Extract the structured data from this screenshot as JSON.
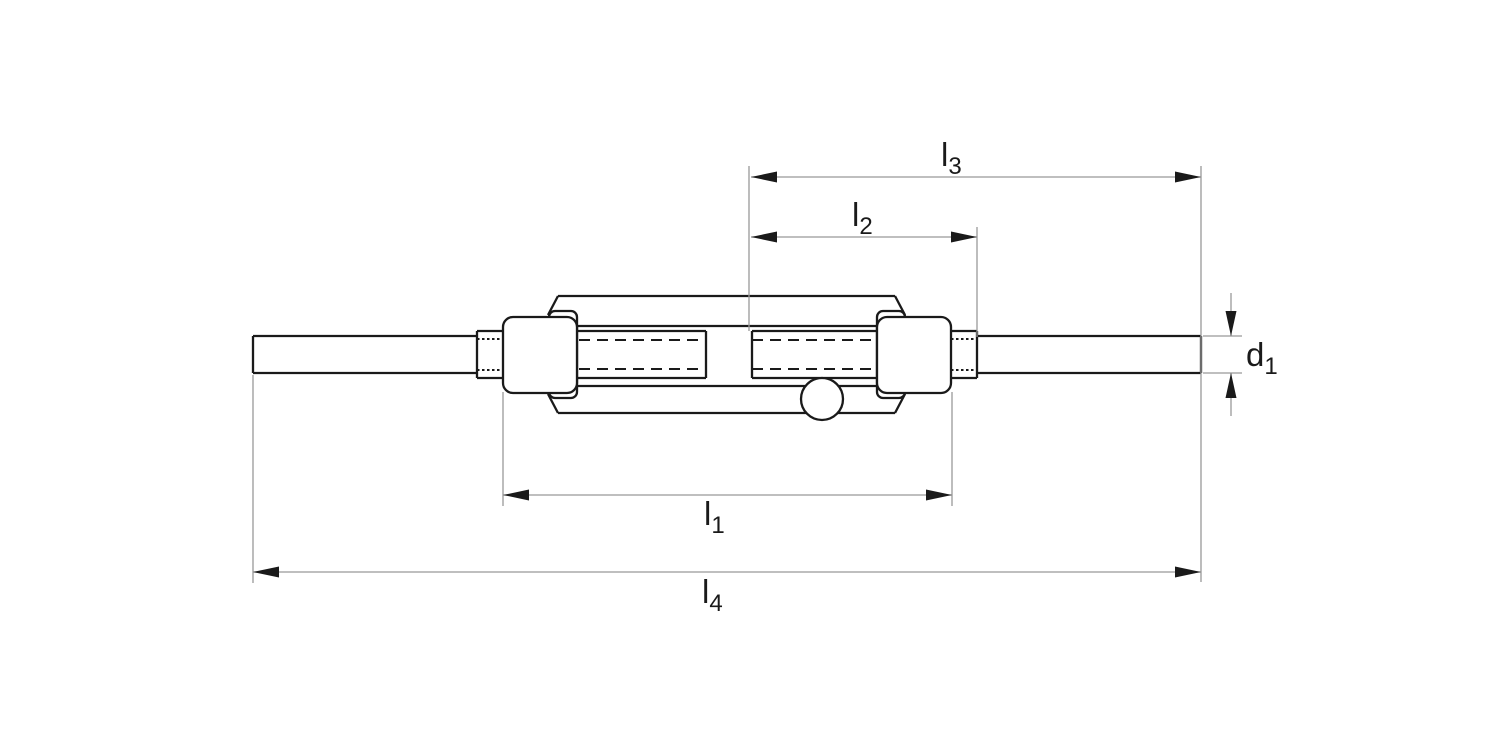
{
  "diagram": {
    "description": "Technical dimension drawing of a turnbuckle with welding stud ends",
    "labels": {
      "l1": {
        "base": "l",
        "sub": "1"
      },
      "l2": {
        "base": "l",
        "sub": "2"
      },
      "l3": {
        "base": "l",
        "sub": "3"
      },
      "l4": {
        "base": "l",
        "sub": "4"
      },
      "d1": {
        "base": "d",
        "sub": "1"
      }
    },
    "colors": {
      "part_outline": "#1a1a1a",
      "dimension_lines": "#999999",
      "background": "#ffffff"
    }
  }
}
